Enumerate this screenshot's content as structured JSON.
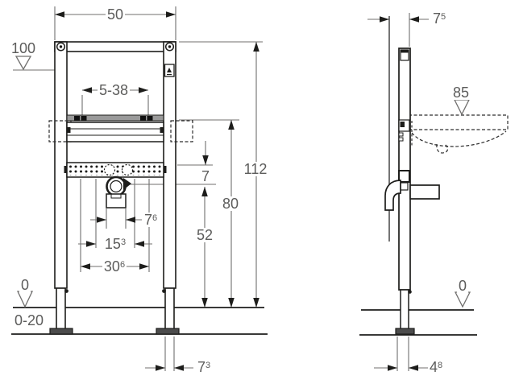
{
  "drawing": {
    "type": "installation-frame-dimension-drawing",
    "colors": {
      "line": "#1d1d1b",
      "dimension_line": "#706f6e",
      "text": "#5c5c5b",
      "dark_fill": "#4c4c4c",
      "background": "#ffffff"
    },
    "icons": {
      "screw": "screw-icon",
      "height_indicator": "▲",
      "level_marker": "inverted-open-triangle"
    }
  },
  "front_view": {
    "dims": {
      "frame_width": "50",
      "level_top": "100",
      "rail_range": "5-38",
      "plate_gap": "7",
      "drain_height": "52",
      "fastening_height": "80",
      "frame_height": "112",
      "drain_offset": {
        "main": "7",
        "sup": "6"
      },
      "supply_spacing": {
        "main": "15",
        "sup": "3"
      },
      "connection_width": {
        "main": "30",
        "sup": "6"
      },
      "floor_level": "0",
      "floor_adjust_range": "0-20",
      "foot_width": {
        "main": "7",
        "sup": "3"
      }
    }
  },
  "side_view": {
    "dims": {
      "frame_depth": {
        "main": "7",
        "sup": "5"
      },
      "basin_rim_height": "85",
      "floor_level": "0",
      "foot_depth": {
        "main": "4",
        "sup": "8"
      }
    }
  }
}
